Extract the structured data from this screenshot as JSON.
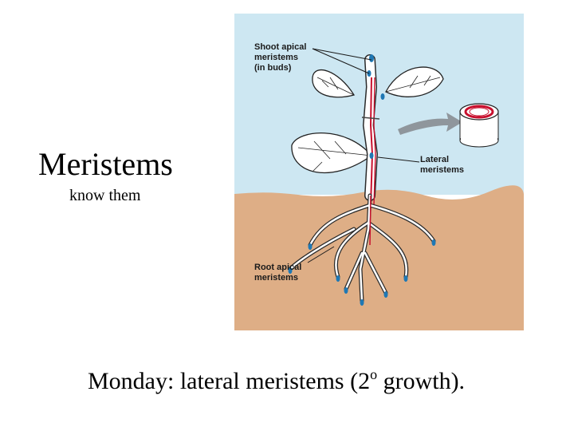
{
  "slide": {
    "title": "Meristems",
    "subtitle": "know them",
    "caption_prefix": "Monday: lateral meristems (2",
    "caption_superscript": "o",
    "caption_suffix": " growth)."
  },
  "figure": {
    "labels": {
      "shoot_line1": "Shoot apical",
      "shoot_line2": "meristems",
      "shoot_line3": "(in buds)",
      "lateral_line1": "Lateral",
      "lateral_line2": "meristems",
      "root_line1": "Root apical",
      "root_line2": "meristems"
    },
    "colors": {
      "sky": "#cde7f2",
      "soil": "#deae86",
      "meristem": "#1f78b4",
      "vascular": "#c8102e",
      "arrow": "#8f969c"
    }
  }
}
